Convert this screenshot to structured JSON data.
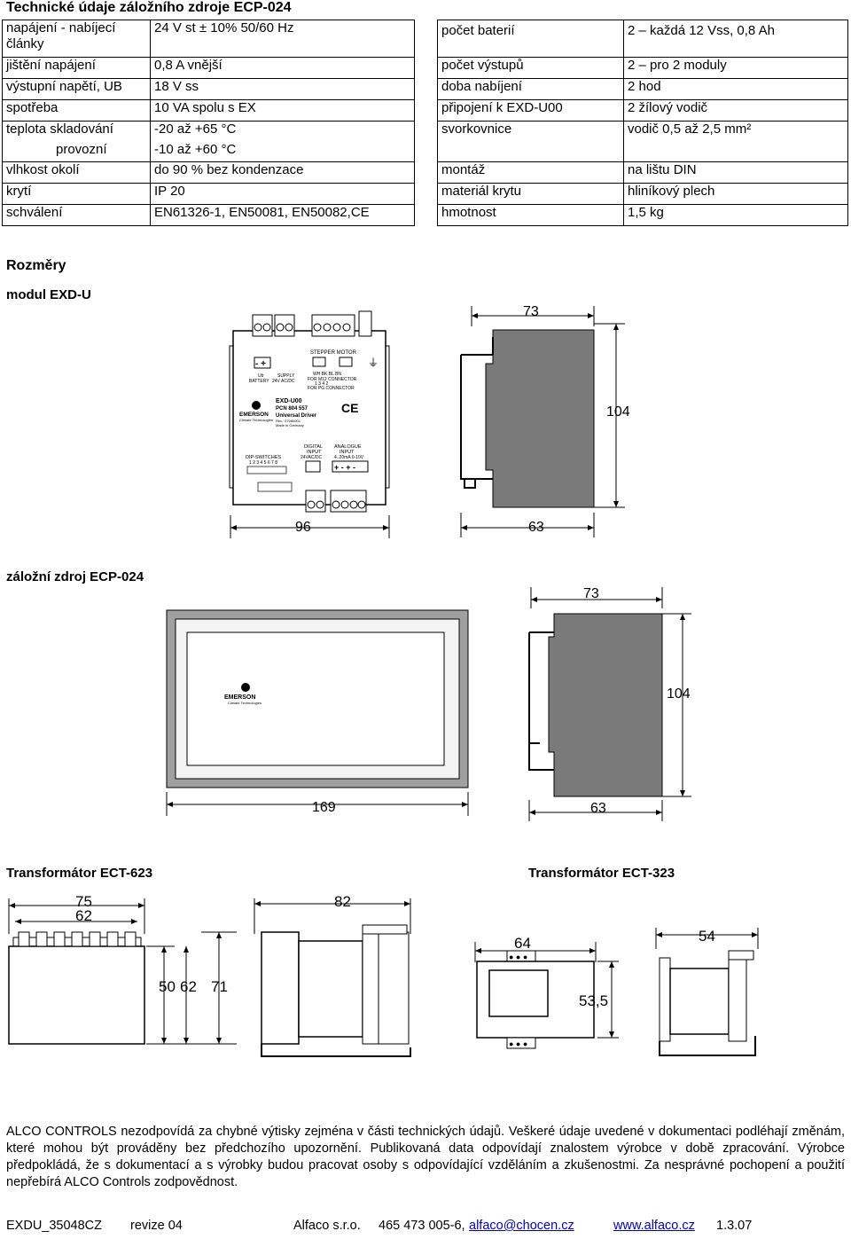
{
  "title": "Technické údaje záložního zdroje ECP-024",
  "left_table": [
    {
      "label": "napájení - nabíjecí články",
      "value": "24 V st ± 10%  50/60 Hz"
    },
    {
      "label": "jištění napájení",
      "value": "0,8 A  vnější"
    },
    {
      "label": "výstupní napětí, UB",
      "value": "18 V ss"
    },
    {
      "label": "spotřeba",
      "value": "10 VA spolu s EX"
    },
    {
      "label": "teplota skladování",
      "value": "-20 až +65 °C"
    },
    {
      "label": "provozní",
      "value": "-10 až +60 °C"
    },
    {
      "label": "vlhkost okolí",
      "value": "do 90 % bez kondenzace"
    },
    {
      "label": "krytí",
      "value": "IP 20"
    },
    {
      "label": "schválení",
      "value": "EN61326-1, EN50081, EN50082,CE"
    }
  ],
  "right_table": [
    {
      "label": "počet baterií",
      "value": "2 – každá 12 Vss, 0,8 Ah"
    },
    {
      "label": "počet výstupů",
      "value": "2 – pro 2 moduly"
    },
    {
      "label": "doba nabíjení",
      "value": "2 hod"
    },
    {
      "label": "připojení k EXD-U00",
      "value": "2 žílový vodič"
    },
    {
      "label": "svorkovnice",
      "value": "vodič 0,5 až 2,5 mm²"
    },
    {
      "label": "montáž",
      "value": "na lištu DIN"
    },
    {
      "label": "materiál krytu",
      "value": "hliníkový plech"
    },
    {
      "label": "hmotnost",
      "value": "1,5 kg"
    }
  ],
  "sections": {
    "rozmery": "Rozměry",
    "modul": "modul EXD-U",
    "zalozni": "záložní zdroj ECP-024",
    "ect623": "Transformátor ECT-623",
    "ect323": "Transformátor ECT-323"
  },
  "module_labels": {
    "stepper": "STEPPER MOTOR",
    "ub": "Ub",
    "battery": "BATTERY",
    "supply": "SUPPLY",
    "supply_v": "24V AC/DC",
    "wires": "WH  BK  BL  BN",
    "m12": "FOR M12 CONNECTOR",
    "pins": "1    3    4    2",
    "pg": "FOR PG CONNECTOR",
    "brand": "EMERSON",
    "brand_sub": "Climate Technologies",
    "model": "EXD-U00",
    "pcn": "PCN  804 557",
    "driver": "Universal Driver",
    "rev": "Rev.: 07080001",
    "made": "Made in Germany",
    "ce": "CE",
    "dip": "DIP-SWITCHES",
    "dip_nums": "1 2 3 4 5 6 7 8",
    "digital": "DIGITAL",
    "input": "INPUT",
    "digital_v": "24VAC/DC",
    "analogue": "ANALOGUE",
    "analogue_v": "4..20mA  0-10V"
  },
  "ecp_labels": {
    "brand": "EMERSON",
    "brand_sub": "Climate Technologies"
  },
  "dims": {
    "m_73": "73",
    "m_104": "104",
    "m_96": "96",
    "m_63": "63",
    "e_73": "73",
    "e_104": "104",
    "e_169": "169",
    "e_63": "63",
    "t_75": "75",
    "t_62": "62",
    "t_82": "82",
    "t_50": "50",
    "t_62b": "62",
    "t_71": "71",
    "s_64": "64",
    "s_54": "54",
    "s_53": "53,5"
  },
  "disclaimer": "ALCO CONTROLS nezodpovídá za chybné výtisky zejména v části technických údajů. Veškeré údaje uvedené v dokumentaci podléhají změnám, které mohou být prováděny bez předchozího upozornění. Publikovaná data odpovídají znalostem výrobce v době zpracování. Výrobce předpokládá, že s dokumentací a s výrobky budou pracovat osoby s odpovídající vzděláním a zkušenostmi. Za nesprávné pochopení a použití nepřebírá ALCO Controls zodpovědnost.",
  "footer": {
    "doc": "EXDU_35048CZ",
    "rev": "revize  04",
    "company": "Alfaco s.r.o.",
    "phone": "465 473 005-6,",
    "email": "alfaco@chocen.cz",
    "web": "www.alfaco.cz",
    "date": "1.3.07"
  }
}
